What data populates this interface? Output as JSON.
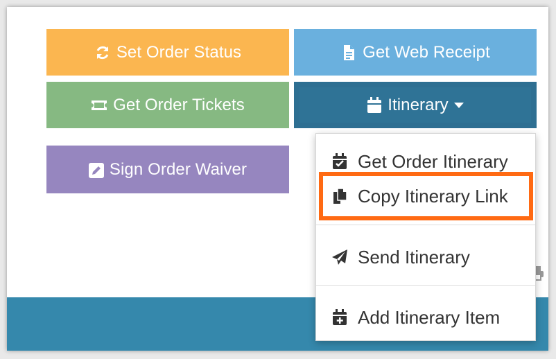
{
  "buttons": {
    "set_order_status": "Set Order Status",
    "get_web_receipt": "Get Web Receipt",
    "get_order_tickets": "Get Order Tickets",
    "itinerary": "Itinerary",
    "sign_order_waiver": "Sign Order Waiver"
  },
  "itinerary_menu": {
    "items": [
      {
        "label": "Get Order Itinerary",
        "icon": "calendar-check-icon"
      },
      {
        "label": "Copy Itinerary Link",
        "icon": "copy-icon"
      },
      {
        "label": "Send Itinerary",
        "icon": "paper-plane-icon"
      },
      {
        "label": "Add Itinerary Item",
        "icon": "calendar-plus-icon"
      }
    ]
  },
  "colors": {
    "status": "#fbb650",
    "receipt": "#6ab0de",
    "tickets": "#86b982",
    "itinerary": "#2f7396",
    "waiver": "#9686bf",
    "footer": "#3588ac",
    "highlight": "#ff6a13"
  }
}
